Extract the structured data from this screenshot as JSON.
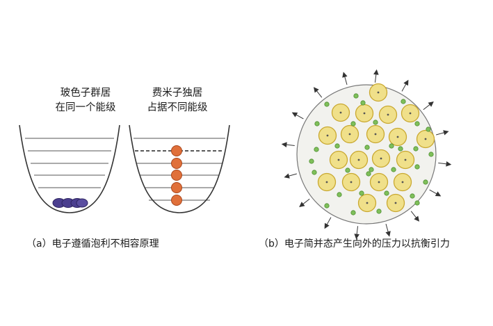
{
  "panel_a": {
    "boson": {
      "line1": "玻色子群居",
      "line2": "在同一个能级"
    },
    "fermion": {
      "line1": "费米子独居",
      "line2": "占据不同能级"
    },
    "caption": "（a）电子遵循泡利不相容原理"
  },
  "panel_b": {
    "caption": "（b）电子简并态产生向外的压力以抗衡引力"
  },
  "colors": {
    "boson_particle": "#4b3f8f",
    "fermion_particle": "#e0703a",
    "nucleus_fill": "#f0e08a",
    "nucleus_stroke": "#c9a830",
    "electron": "#7fbf5a",
    "star_fill": "#f2f2ee"
  }
}
